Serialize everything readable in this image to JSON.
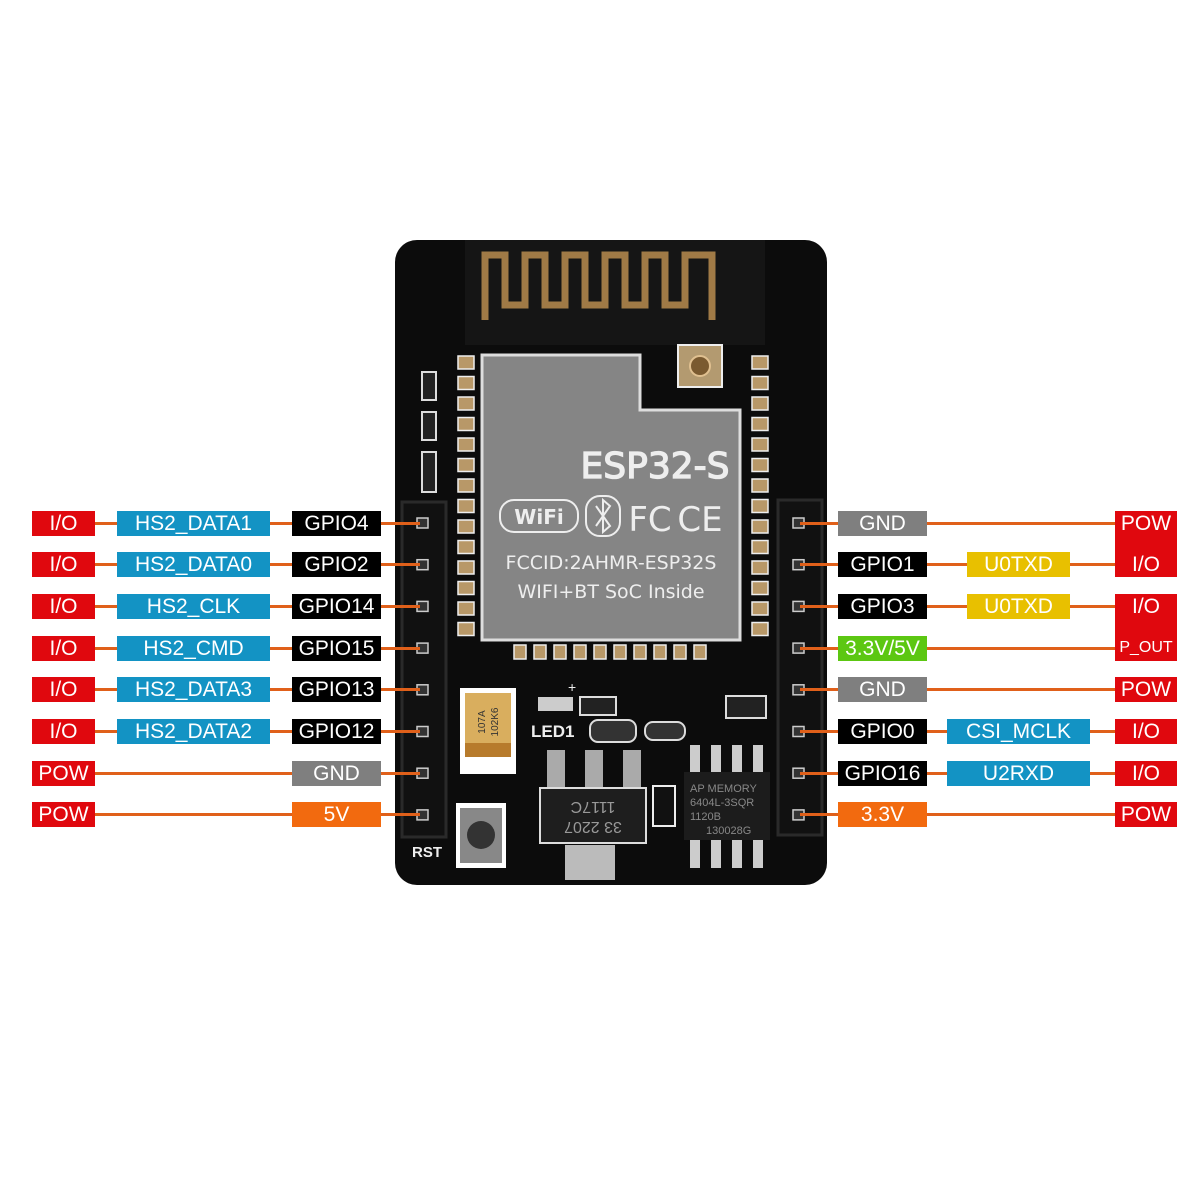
{
  "colors": {
    "line": "#e0601a",
    "io_red": "#e0080e",
    "hs2_blue": "#1393c4",
    "gpio_black": "#000000",
    "gnd_gray": "#7f7f7f",
    "v5_orange": "#f26a0f",
    "uart_yellow": "#e8c000",
    "v33v5_green": "#5cc712"
  },
  "board": {
    "module_name": "ESP32-S",
    "wifi_logo": "WiFi",
    "fcc_logo": "FC",
    "ce_logo": "CE",
    "fccid": "FCCID:2AHMR-ESP32S",
    "soc_text": "WIFI+BT SoC Inside",
    "led_label": "LED1",
    "reset_label": "RST",
    "regulator_line1": "33 2207",
    "regulator_line2": "1117C",
    "psram_line1": "AP MEMORY",
    "psram_line2": "6404L-3SQR",
    "psram_line3": "1120B",
    "psram_line4": "130028G",
    "capacitor_line1": "107A",
    "capacitor_line2": "102K6"
  },
  "left_pins": [
    {
      "type": "I/O",
      "function": "HS2_DATA1",
      "pin": "GPIO4",
      "pin_color": "#000000"
    },
    {
      "type": "I/O",
      "function": "HS2_DATA0",
      "pin": "GPIO2",
      "pin_color": "#000000"
    },
    {
      "type": "I/O",
      "function": "HS2_CLK",
      "pin": "GPIO14",
      "pin_color": "#000000"
    },
    {
      "type": "I/O",
      "function": "HS2_CMD",
      "pin": "GPIO15",
      "pin_color": "#000000"
    },
    {
      "type": "I/O",
      "function": "HS2_DATA3",
      "pin": "GPIO13",
      "pin_color": "#000000"
    },
    {
      "type": "I/O",
      "function": "HS2_DATA2",
      "pin": "GPIO12",
      "pin_color": "#000000"
    },
    {
      "type": "POW",
      "function": "",
      "pin": "GND",
      "pin_color": "#7f7f7f"
    },
    {
      "type": "POW",
      "function": "",
      "pin": "5V",
      "pin_color": "#f26a0f"
    }
  ],
  "right_pins": [
    {
      "pin": "GND",
      "pin_color": "#7f7f7f",
      "function": "",
      "function_color": "",
      "type": "POW"
    },
    {
      "pin": "GPIO1",
      "pin_color": "#000000",
      "function": "U0TXD",
      "function_color": "#e8c000",
      "type": "I/O"
    },
    {
      "pin": "GPIO3",
      "pin_color": "#000000",
      "function": "U0TXD",
      "function_color": "#e8c000",
      "type": "I/O"
    },
    {
      "pin": "3.3V/5V",
      "pin_color": "#5cc712",
      "function": "",
      "function_color": "",
      "type": "P_OUT"
    },
    {
      "pin": "GND",
      "pin_color": "#7f7f7f",
      "function": "",
      "function_color": "",
      "type": "POW"
    },
    {
      "pin": "GPIO0",
      "pin_color": "#000000",
      "function": "CSI_MCLK",
      "function_color": "#1393c4",
      "type": "I/O"
    },
    {
      "pin": "GPIO16",
      "pin_color": "#000000",
      "function": "U2RXD",
      "function_color": "#1393c4",
      "type": "I/O"
    },
    {
      "pin": "3.3V",
      "pin_color": "#f26a0f",
      "function": "",
      "function_color": "",
      "type": "POW"
    }
  ]
}
